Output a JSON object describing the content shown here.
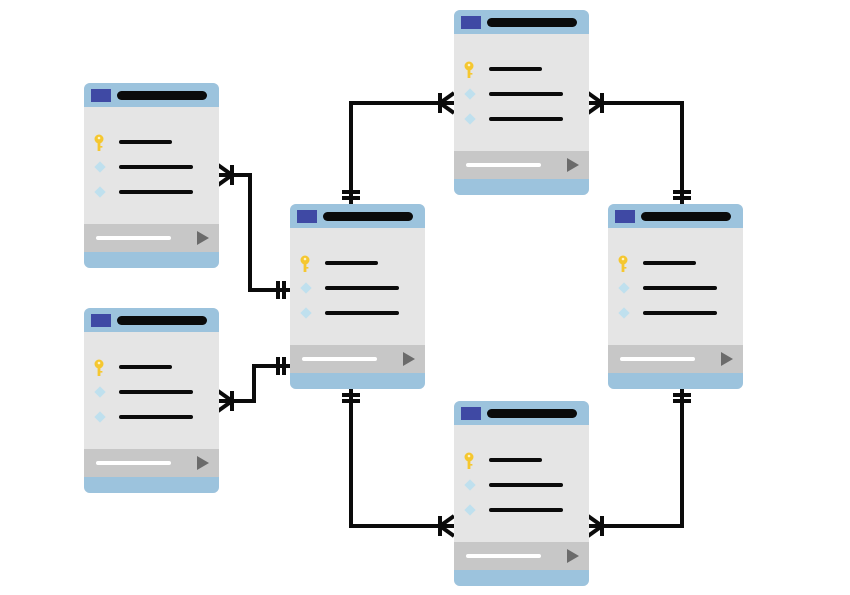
{
  "colors": {
    "table_body": "#e5e5e5",
    "table_header": "#9cc3dd",
    "header_square": "#3f49a4",
    "title_bar": "#0b0b0b",
    "key": "#f5c730",
    "diamond": "#bfe0ee",
    "footer": "#c7c7c7",
    "footer_line": "#ffffff",
    "play_arrow": "#6b6b6b",
    "connector": "#0b0b0b"
  },
  "icons": {
    "primary_key": "key-icon",
    "attribute": "diamond-icon",
    "footer_action": "play-icon"
  },
  "tables": [
    {
      "id": "left-top"
    },
    {
      "id": "left-bottom"
    },
    {
      "id": "center"
    },
    {
      "id": "top"
    },
    {
      "id": "right"
    },
    {
      "id": "bottom"
    }
  ],
  "relationships": [
    {
      "from": "left-top",
      "to": "center",
      "from_end": "one-or-many",
      "to_end": "one"
    },
    {
      "from": "left-bottom",
      "to": "center",
      "from_end": "one-or-many",
      "to_end": "one"
    },
    {
      "from": "center",
      "to": "top",
      "from_end": "one",
      "to_end": "many"
    },
    {
      "from": "top",
      "to": "right",
      "from_end": "one-or-many",
      "to_end": "one"
    },
    {
      "from": "center",
      "to": "bottom",
      "from_end": "one",
      "to_end": "many"
    },
    {
      "from": "bottom",
      "to": "right",
      "from_end": "one-or-many",
      "to_end": "one"
    }
  ]
}
